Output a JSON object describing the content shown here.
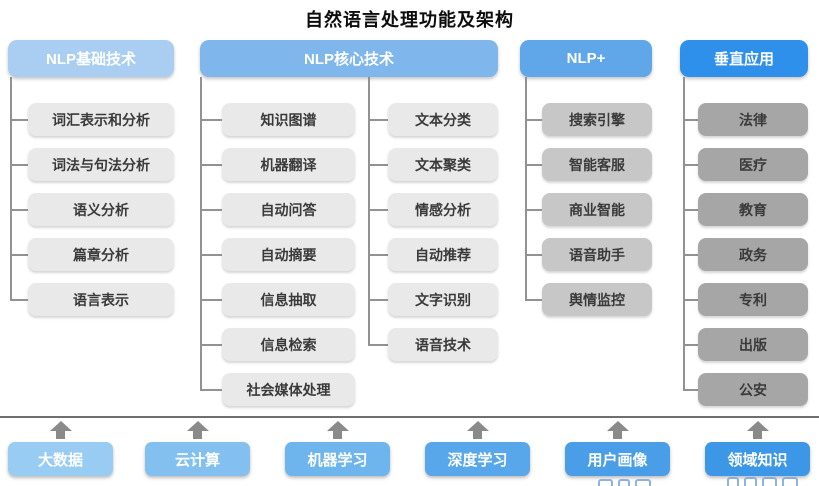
{
  "title": "自然语言处理功能及架构",
  "columns": [
    {
      "header": "NLP基础技术",
      "items": [
        "词汇表示和分析",
        "词法与句法分析",
        "语义分析",
        "篇章分析",
        "语言表示"
      ]
    },
    {
      "header": "NLP核心技术",
      "items_left": [
        "知识图谱",
        "机器翻译",
        "自动问答",
        "自动摘要",
        "信息抽取",
        "信息检索",
        "社会媒体处理"
      ],
      "items_right": [
        "文本分类",
        "文本聚类",
        "情感分析",
        "自动推荐",
        "文字识别",
        "语音技术"
      ]
    },
    {
      "header": "NLP+",
      "items": [
        "搜索引擎",
        "智能客服",
        "商业智能",
        "语音助手",
        "舆情监控"
      ]
    },
    {
      "header": "垂直应用",
      "items": [
        "法律",
        "医疗",
        "教育",
        "政务",
        "专利",
        "出版",
        "公安"
      ]
    }
  ],
  "foundation": [
    "大数据",
    "云计算",
    "机器学习",
    "深度学习",
    "用户画像",
    "领域知识"
  ],
  "colors": {
    "header_1": "#a9cef2",
    "header_2": "#7fb6ec",
    "header_3": "#5fa7e8",
    "header_4": "#2e90ea",
    "item_light": "#e9e9e9",
    "item_medium": "#c7c7c7",
    "item_dark": "#a6a6a6",
    "foundation": [
      "#98ccf3",
      "#83c0ef",
      "#6fb5ed",
      "#58a7ea",
      "#4a9ee8",
      "#3c97e6"
    ],
    "arrow": "#8a8a8a",
    "line": "#929292",
    "separator": "#6f6f6f",
    "text_dark": "#3a3a3a"
  }
}
